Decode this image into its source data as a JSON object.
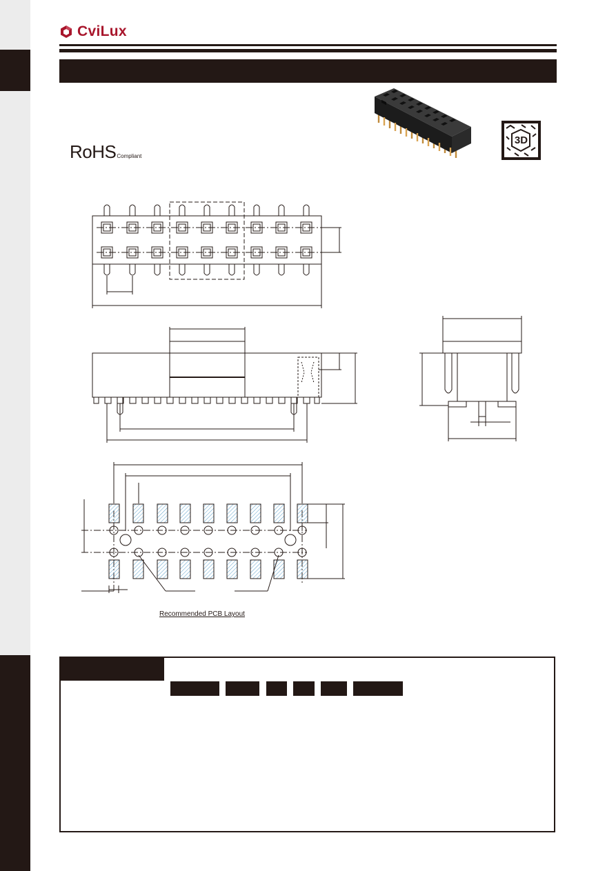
{
  "brand": {
    "name": "CviLux",
    "color": "#a8162c"
  },
  "compliance": {
    "main": "RoHS",
    "sub": "Compliant"
  },
  "caption": {
    "pcb_layout": "Recommended PCB Layout"
  },
  "icons": {
    "brand_logo": "hexagon-logo-icon",
    "model_3d": "3d-model-icon"
  },
  "colors": {
    "dark": "#231815",
    "side_gray": "#ececec",
    "hatch": "#5a9fc9"
  }
}
